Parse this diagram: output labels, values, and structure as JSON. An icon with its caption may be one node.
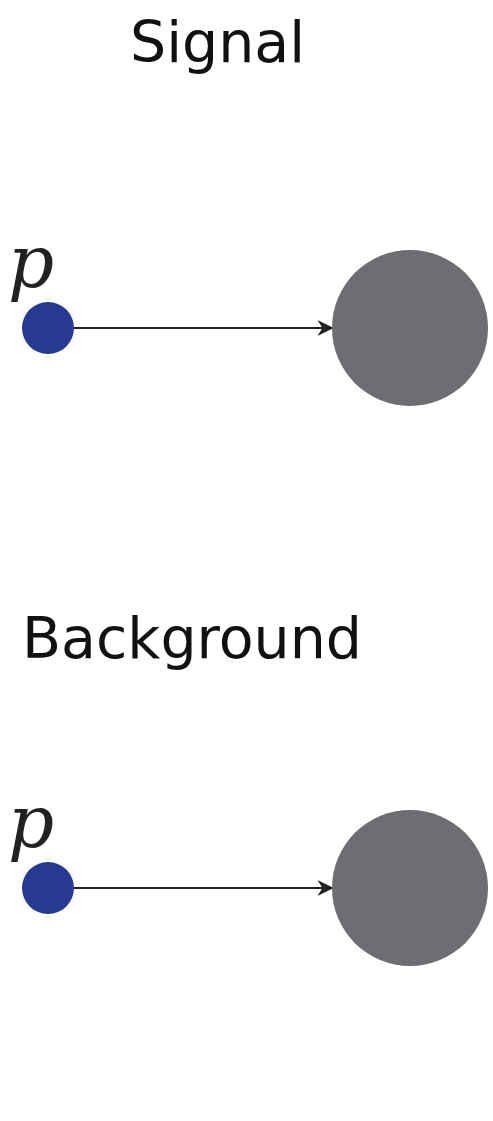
{
  "diagram": {
    "nodes": [
      {
        "text": [
          "p"
        ]
      },
      {
        "text": [],
        "shape": "circle"
      },
      {
        "text": [
          "p"
        ]
      },
      {
        "text": [],
        "shape": "circle"
      }
    ],
    "edges": [
      {
        "from": 0,
        "to": 1,
        "arrow": "to"
      },
      {
        "from": 2,
        "to": 3,
        "arrow": "to"
      }
    ],
    "labels": [
      "Signal",
      "Background"
    ]
  }
}
